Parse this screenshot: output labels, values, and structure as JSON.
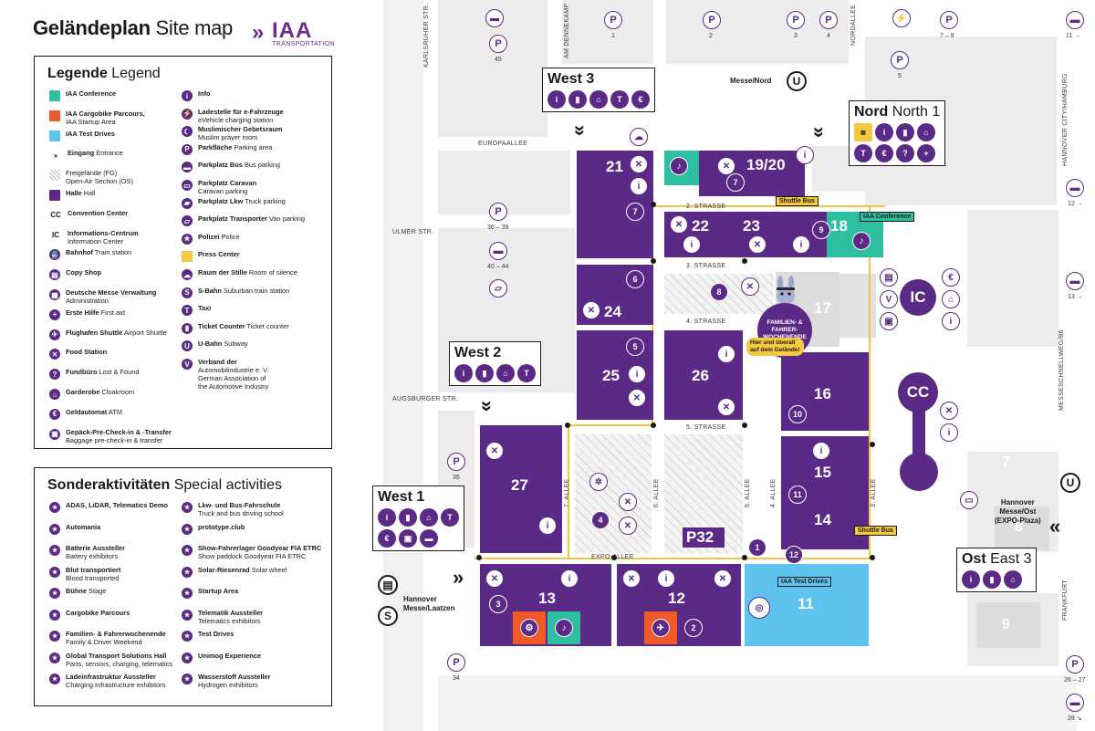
{
  "header": {
    "title_bold": "Geländeplan",
    "title_rest": " Site map",
    "logo_word": "IAA",
    "logo_sub": "TRANSPORTATION"
  },
  "legend": {
    "title_bold": "Legende",
    "title_rest": " Legend",
    "col1": [
      {
        "sym": "sq",
        "color": "#2ebfa0",
        "glyph": "",
        "bold": "IAA Conference",
        "sub": ""
      },
      {
        "sym": "sq",
        "color": "#f05a28",
        "glyph": "",
        "bold": "IAA Cargobike Parcours,",
        "sub": "IAA Startup Area"
      },
      {
        "sym": "sq",
        "color": "#5ec3ee",
        "glyph": "",
        "bold": "IAA Test Drives",
        "sub": ""
      },
      {
        "sym": "txt",
        "color": "#1a1a1a",
        "glyph": "»",
        "bold": "Eingang",
        "rest": " Entrance",
        "sub": ""
      },
      {
        "sym": "hatch",
        "color": "#cccccc",
        "glyph": "",
        "bold": "",
        "rest": "Freigelände (FG)",
        "sub": "Open-Air Section (OS)"
      },
      {
        "sym": "sq",
        "color": "#5b2a86",
        "glyph": "",
        "bold": "Halle",
        "rest": " Hall",
        "sub": ""
      },
      {
        "sym": "txt",
        "color": "#1a1a1a",
        "glyph": "CC",
        "bold": "Convention Center",
        "sub": ""
      },
      {
        "sym": "txt",
        "color": "#1a1a1a",
        "glyph": "IC",
        "bold": "Informations-Centrum",
        "sub": "Information Center"
      },
      {
        "sym": "circ",
        "color": "#5b2a86",
        "glyph": "🚆",
        "bold": "Bahnhof",
        "rest": " Train station",
        "sub": ""
      },
      {
        "sym": "circ",
        "color": "#5b2a86",
        "glyph": "▤",
        "bold": "Copy Shop",
        "sub": ""
      },
      {
        "sym": "circ",
        "color": "#5b2a86",
        "glyph": "▦",
        "bold": "Deutsche Messe Verwaltung",
        "sub": "Administration"
      },
      {
        "sym": "circ",
        "color": "#5b2a86",
        "glyph": "+",
        "bold": "Erste Hilfe",
        "rest": " First aid",
        "sub": ""
      },
      {
        "sym": "circ",
        "color": "#5b2a86",
        "glyph": "✈",
        "bold": "Flughafen Shuttle",
        "rest": " Airport Shuttle",
        "sub": ""
      },
      {
        "sym": "circ",
        "color": "#5b2a86",
        "glyph": "✕",
        "bold": "Food Station",
        "sub": ""
      },
      {
        "sym": "circ",
        "color": "#5b2a86",
        "glyph": "?",
        "bold": "Fundbüro",
        "rest": " Lost & Found",
        "sub": ""
      },
      {
        "sym": "circ",
        "color": "#5b2a86",
        "glyph": "⌂",
        "bold": "Garderobe",
        "rest": " Cloakroom",
        "sub": ""
      },
      {
        "sym": "circ",
        "color": "#5b2a86",
        "glyph": "€",
        "bold": "Geldautomat",
        "rest": " ATM",
        "sub": ""
      },
      {
        "sym": "circ",
        "color": "#5b2a86",
        "glyph": "▣",
        "bold": "Gepäck-Pre-Check-in & -Transfer",
        "sub": "Baggage pre-check-in & transfer"
      }
    ],
    "col2": [
      {
        "sym": "circ",
        "color": "#5b2a86",
        "glyph": "i",
        "bold": "Info",
        "sub": ""
      },
      {
        "sym": "circ",
        "color": "#5b2a86",
        "glyph": "⚡",
        "bold": "Ladestelle für e-Fahrzeuge",
        "sub": "eVehicle charging station"
      },
      {
        "sym": "circ",
        "color": "#5b2a86",
        "glyph": "☾",
        "bold": "Muslimischer Gebetsraum",
        "sub": "Muslim prayer room"
      },
      {
        "sym": "circ",
        "color": "#5b2a86",
        "glyph": "P",
        "bold": "Parkfläche",
        "rest": " Parking area",
        "sub": ""
      },
      {
        "sym": "circ",
        "color": "#5b2a86",
        "glyph": "▬",
        "bold": "Parkplatz Bus",
        "rest": " Bus parking",
        "sub": ""
      },
      {
        "sym": "circ",
        "color": "#5b2a86",
        "glyph": "▭",
        "bold": "Parkplatz Caravan",
        "sub": "Caravan parking"
      },
      {
        "sym": "circ",
        "color": "#5b2a86",
        "glyph": "▰",
        "bold": "Parkplatz Lkw",
        "rest": " Truck parking",
        "sub": ""
      },
      {
        "sym": "circ",
        "color": "#5b2a86",
        "glyph": "▱",
        "bold": "Parkplatz Transporter",
        "rest": " Van parking",
        "sub": ""
      },
      {
        "sym": "circ",
        "color": "#5b2a86",
        "glyph": "★",
        "bold": "Polizei",
        "rest": " Police",
        "sub": ""
      },
      {
        "sym": "sq",
        "color": "#f5c842",
        "glyph": "",
        "bold": "Press Center",
        "sub": ""
      },
      {
        "sym": "circ",
        "color": "#5b2a86",
        "glyph": "☁",
        "bold": "Raum der Stille",
        "rest": " Room of silence",
        "sub": ""
      },
      {
        "sym": "circ",
        "color": "#5b2a86",
        "glyph": "S",
        "bold": "S-Bahn",
        "rest": " Suburban train station",
        "sub": ""
      },
      {
        "sym": "circ",
        "color": "#5b2a86",
        "glyph": "T",
        "bold": "Taxi",
        "sub": ""
      },
      {
        "sym": "circ",
        "color": "#5b2a86",
        "glyph": "▮",
        "bold": "Ticket Counter",
        "rest": " Ticket counter",
        "sub": ""
      },
      {
        "sym": "circ",
        "color": "#5b2a86",
        "glyph": "U",
        "bold": "U-Bahn",
        "rest": " Subway",
        "sub": ""
      },
      {
        "sym": "circ",
        "color": "#5b2a86",
        "glyph": "V",
        "bold": "Verband der",
        "sub": "Automobilindustrie e. V.",
        "sub2": "German Association of",
        "sub3": "the Automotive Industry"
      }
    ]
  },
  "special": {
    "title_bold": "Sonderaktivitäten",
    "title_rest": " Special activities",
    "col1": [
      {
        "bold": "ADAS, LiDAR, Telematics Demo",
        "sub": ""
      },
      {
        "bold": "Automania",
        "sub": ""
      },
      {
        "bold": "Batterie Aussteller",
        "sub": "Battery exhibitors"
      },
      {
        "bold": "Blut transportiert",
        "sub": "Blood transported"
      },
      {
        "bold": "Bühne",
        "rest": " Stage",
        "sub": ""
      },
      {
        "bold": "Cargobike Parcours",
        "sub": ""
      },
      {
        "bold": "Familien- & Fahrerwochenende",
        "sub": "Family & Driver Weekend"
      },
      {
        "bold": "Global Transport Solutions Hall",
        "sub": "Parts, sensors, charging, telematics"
      },
      {
        "bold": "Ladeinfrastruktur Aussteller",
        "sub": "Charging Infrastructure exhibitors"
      }
    ],
    "col2": [
      {
        "bold": "Lkw- und Bus-Fahrschule",
        "sub": "Truck and bus driving school"
      },
      {
        "bold": "prototype.club",
        "sub": ""
      },
      {
        "bold": "Show-Fahrerlager Goodyear FIA ETRC",
        "sub": "Show paddock Goodyear FIA ETRC"
      },
      {
        "bold": "Solar-Riesenrad",
        "rest": " Solar wheel",
        "sub": ""
      },
      {
        "bold": "Startup Area",
        "sub": ""
      },
      {
        "bold": "Telematik Aussteller",
        "sub": "Telematics exhibitors"
      },
      {
        "bold": "Test Drives",
        "sub": ""
      },
      {
        "bold": "Unimog Experience",
        "sub": ""
      },
      {
        "bold": "Wasserstoff Aussteller",
        "sub": "Hydrogen exhibitors"
      }
    ]
  },
  "map": {
    "halls": {
      "h21": "21",
      "h1920": "19/20",
      "h22": "22",
      "h23": "23",
      "h18": "18",
      "h24": "24",
      "h17": "17",
      "h25": "25",
      "h26": "26",
      "h16": "16",
      "h15": "15",
      "h14": "14",
      "h27": "27",
      "h13": "13",
      "h12": "12",
      "h11": "11",
      "hP32": "P32",
      "hCC": "CC",
      "hIC": "IC",
      "h7": "7",
      "h8": "8",
      "h9": "9"
    },
    "streets": {
      "karlsruher": "KARLSRUHER STR.",
      "dennekamp": "AM DENNEKAMP",
      "nordallee": "NORDALLEE",
      "europaallee": "EUROPAALLEE",
      "ulmer": "ULMER STR.",
      "augsburger": "AUGSBURGER STR.",
      "expoallee": "EXPO-ALLEE",
      "zweite": "2. STRASSE",
      "vierte": "4. STRASSE",
      "dritte": "3. STRASSE",
      "fuenfte": "5. STRASSE",
      "allee7": "7. ALLEE",
      "allee6": "6. ALLEE",
      "allee5": "5. ALLEE",
      "allee4": "4. ALLEE",
      "allee3": "3. ALLEE",
      "messeschnell": "MESSESCHNELLWEG/B6",
      "hannover_city": "HANNOVER CITY/HAMBURG",
      "frankfurt": "FRANKFURT"
    },
    "parking": {
      "p45": "45",
      "p1": "1",
      "p2": "2",
      "p3": "3",
      "p4": "4",
      "p79": "7 – 9",
      "p5": "5",
      "p3639": "36 – 39",
      "p4044": "40 – 44",
      "p35": "35",
      "p34": "34",
      "p2627": "26 – 27",
      "p1112": "11 →",
      "p12": "12 →",
      "p13": "13 →",
      "p28": "28 ↘"
    },
    "entrances": {
      "west3_bold": "West 3",
      "west2_bold": "West 2",
      "west1_bold": "West 1",
      "nord_bold": "Nord",
      "nord_rest": " North 1",
      "ost_bold": "Ost",
      "ost_rest": " East 3"
    },
    "stations": {
      "messe_nord": "Messe/Nord",
      "laatzen_l1": "Hannover",
      "laatzen_l2": "Messe/Laatzen",
      "ost_l1": "Hannover",
      "ost_l2": "Messe/Ost",
      "ost_l3": "(EXPO-Plaza)"
    },
    "tags": {
      "shuttle1": "Shuttle Bus",
      "shuttle2": "Shuttle Bus",
      "conference": "IAA Conference",
      "testdrives": "IAA Test Drives"
    },
    "family": {
      "l1": "FAMILIEN- &",
      "l2": "FAHRER-",
      "l3": "WOCHENENDE",
      "tag1": "Hier und überall",
      "tag2": "auf dem Gelände!"
    },
    "outer": {
      "o7": "7",
      "o8": "8",
      "o9": "9"
    }
  },
  "colors": {
    "hall": "#5b2a86",
    "conference": "#2ebfa0",
    "cargobike": "#f05a28",
    "testdrive": "#5ec3ee",
    "shuttle": "#f2c546"
  }
}
